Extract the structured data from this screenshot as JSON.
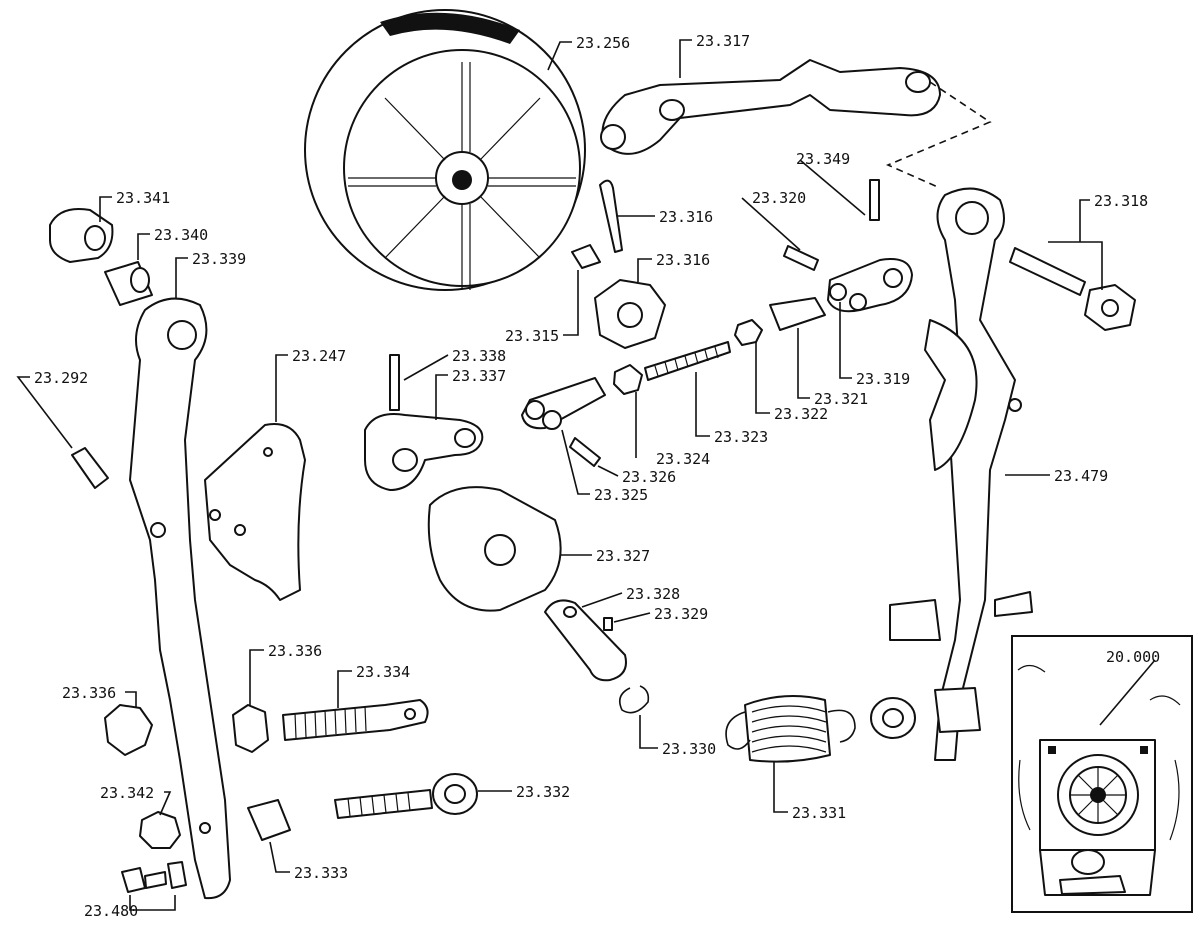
{
  "diagram": {
    "labels": {
      "l23256": "23.256",
      "l23317": "23.317",
      "l23349": "23.349",
      "l23341": "23.341",
      "l23340": "23.340",
      "l23339": "23.339",
      "l23316a": "23.316",
      "l23320": "23.320",
      "l23318": "23.318",
      "l23316b": "23.316",
      "l23315": "23.315",
      "l23292": "23.292",
      "l23247": "23.247",
      "l23338": "23.338",
      "l23337": "23.337",
      "l23319": "23.319",
      "l23321": "23.321",
      "l23322": "23.322",
      "l23323": "23.323",
      "l23324": "23.324",
      "l23326": "23.326",
      "l23325": "23.325",
      "l23479": "23.479",
      "l23327": "23.327",
      "l23328": "23.328",
      "l23329": "23.329",
      "l20000": "20.000",
      "l23336a": "23.336",
      "l23334": "23.334",
      "l23336b": "23.336",
      "l23330": "23.330",
      "l23342": "23.342",
      "l23332": "23.332",
      "l23331": "23.331",
      "l23333": "23.333",
      "l23480": "23.480"
    }
  }
}
